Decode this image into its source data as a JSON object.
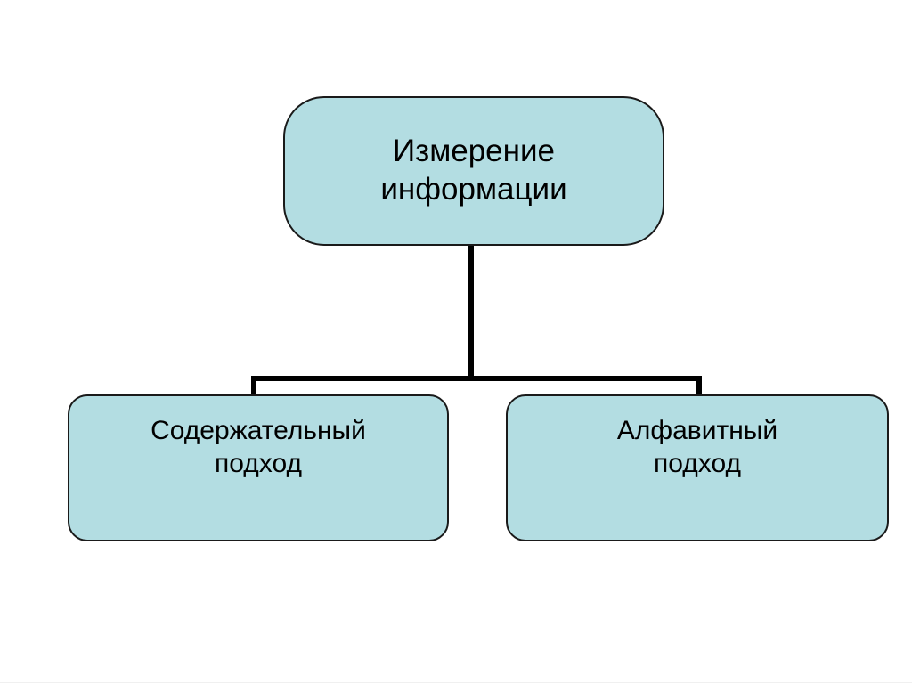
{
  "diagram": {
    "type": "hierarchy-tree",
    "background_color": "#ffffff",
    "node_fill_color": "#b3dde2",
    "node_border_color": "#1a1a1a",
    "connector_color": "#000000",
    "text_color": "#000000",
    "root": {
      "label": "Измерение\nинформации"
    },
    "children": [
      {
        "label": "Содержательный\nподход"
      },
      {
        "label": "Алфавитный\nподход"
      }
    ]
  }
}
